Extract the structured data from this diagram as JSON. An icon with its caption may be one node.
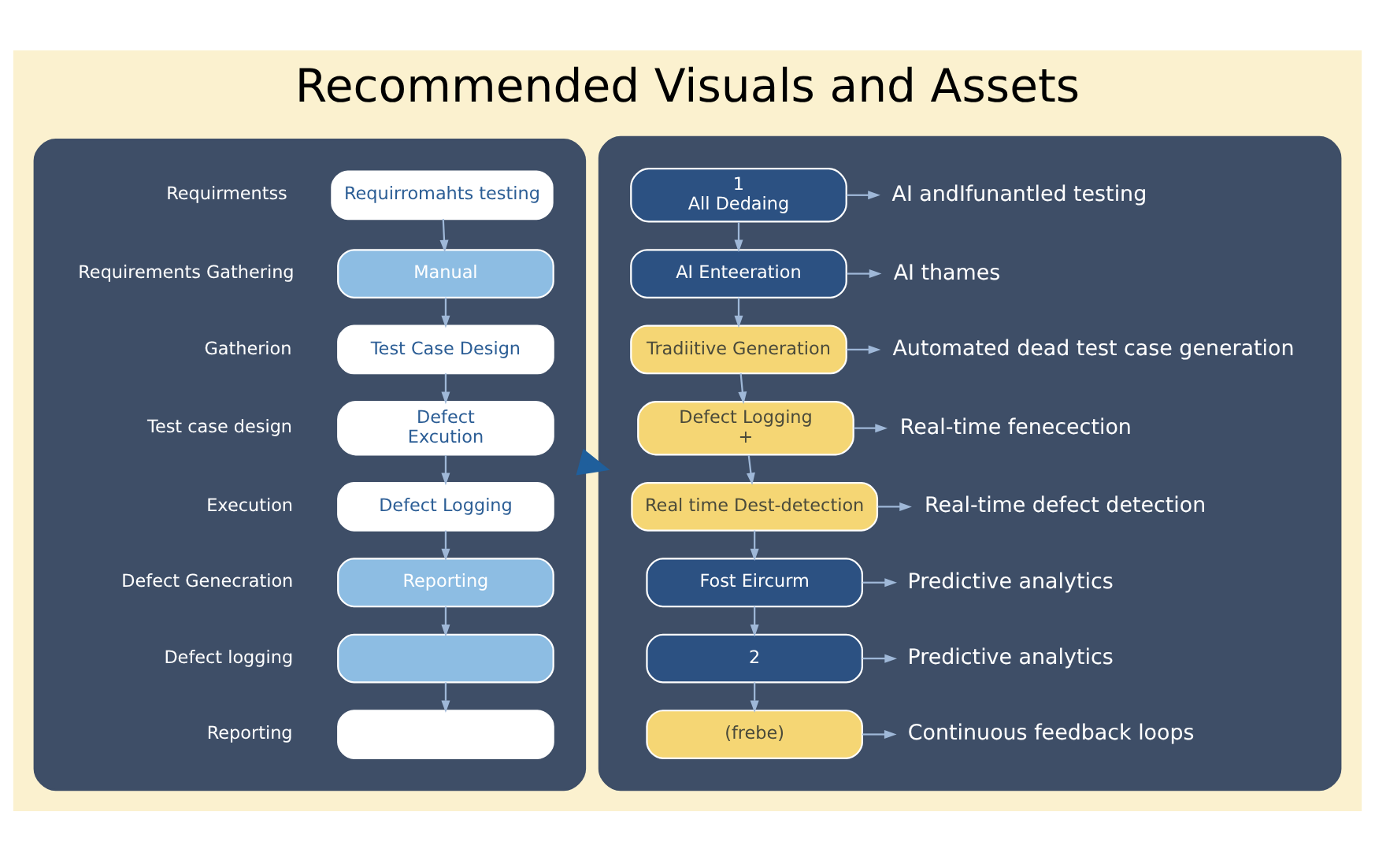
{
  "diagram": {
    "title": "Recommended Visuals and Assets",
    "nodes": [
      {
        "text": [],
        "shape": "box"
      },
      {
        "text": [
          "Requirromahts testing"
        ],
        "in": 0,
        "beside": [
          "Requirmentss"
        ]
      },
      {
        "text": [
          "Manual"
        ],
        "in": 0,
        "beside": [
          "Requirements Gathering"
        ]
      },
      {
        "text": [
          "Test Case Design"
        ],
        "in": 0,
        "beside": [
          "Gatherion"
        ]
      },
      {
        "text": [
          "Defect",
          "Excution"
        ],
        "in": 0,
        "beside": [
          "Test case design"
        ]
      },
      {
        "text": [
          "Defect Logging"
        ],
        "in": 0,
        "beside": [
          "Execution"
        ]
      },
      {
        "text": [
          "Reporting"
        ],
        "in": 0,
        "beside": [
          "Defect Genecration"
        ]
      },
      {
        "text": [],
        "shape": "box",
        "in": 0,
        "beside": [
          "Defect logging"
        ]
      },
      {
        "text": [],
        "shape": "box",
        "in": 0,
        "beside": [
          "Reporting"
        ]
      },
      {
        "text": [],
        "shape": "box"
      },
      {
        "text": [
          "1",
          "All Dedaing"
        ],
        "in": 9
      },
      {
        "text": [
          "AI Enteeration"
        ],
        "in": 9
      },
      {
        "text": [
          "Tradiitive Generation"
        ],
        "in": 9
      },
      {
        "text": [
          "Defect Logging",
          "+"
        ],
        "in": 9
      },
      {
        "text": [
          "Real time Dest-detection"
        ],
        "in": 9
      },
      {
        "text": [
          "Fost Eircurm"
        ],
        "in": 9
      },
      {
        "text": [
          "2"
        ],
        "in": 9
      },
      {
        "text": [
          "(frebe)"
        ],
        "in": 9
      },
      {
        "text": [
          "AI andIfunantled testing"
        ],
        "in": 9
      },
      {
        "text": [
          "AI thames"
        ],
        "in": 9
      },
      {
        "text": [
          "Automated dead test case generation"
        ],
        "in": 9
      },
      {
        "text": [
          "Real-time fenecection"
        ],
        "in": 9
      },
      {
        "text": [
          "Real-time defect detection"
        ],
        "in": 9
      },
      {
        "text": [
          "Predictive analytics"
        ],
        "in": 9
      },
      {
        "text": [
          "Predictive analytics"
        ],
        "in": 9
      },
      {
        "text": [
          "Continuous feedback loops"
        ],
        "in": 9
      }
    ],
    "edges": [
      {
        "from": 1,
        "to": 2,
        "arrow": "to"
      },
      {
        "from": 2,
        "to": 3,
        "arrow": "to"
      },
      {
        "from": 3,
        "to": 4,
        "arrow": "to"
      },
      {
        "from": 4,
        "to": 5,
        "arrow": "to"
      },
      {
        "from": 5,
        "to": 6,
        "arrow": "to"
      },
      {
        "from": 6,
        "to": 7,
        "arrow": "to"
      },
      {
        "from": 7,
        "to": 8,
        "arrow": "to"
      },
      {
        "from": 0,
        "to": 9,
        "arrow": "to",
        "style": "thick",
        "color": "#1f5f9c"
      },
      {
        "from": 10,
        "to": 11,
        "arrow": "to"
      },
      {
        "from": 11,
        "to": 12,
        "arrow": "to"
      },
      {
        "from": 12,
        "to": 13,
        "arrow": "to"
      },
      {
        "from": 13,
        "to": 14,
        "arrow": "to"
      },
      {
        "from": 14,
        "to": 15,
        "arrow": "to"
      },
      {
        "from": 15,
        "to": 16,
        "arrow": "to"
      },
      {
        "from": 16,
        "to": 17,
        "arrow": "to"
      },
      {
        "from": 10,
        "to": 18,
        "arrow": "to"
      },
      {
        "from": 11,
        "to": 19,
        "arrow": "to"
      },
      {
        "from": 12,
        "to": 20,
        "arrow": "to"
      },
      {
        "from": 13,
        "to": 21,
        "arrow": "to"
      },
      {
        "from": 14,
        "to": 22,
        "arrow": "to"
      },
      {
        "from": 15,
        "to": 23,
        "arrow": "to"
      },
      {
        "from": 16,
        "to": 24,
        "arrow": "to"
      },
      {
        "from": 17,
        "to": 25,
        "arrow": "to"
      }
    ]
  }
}
